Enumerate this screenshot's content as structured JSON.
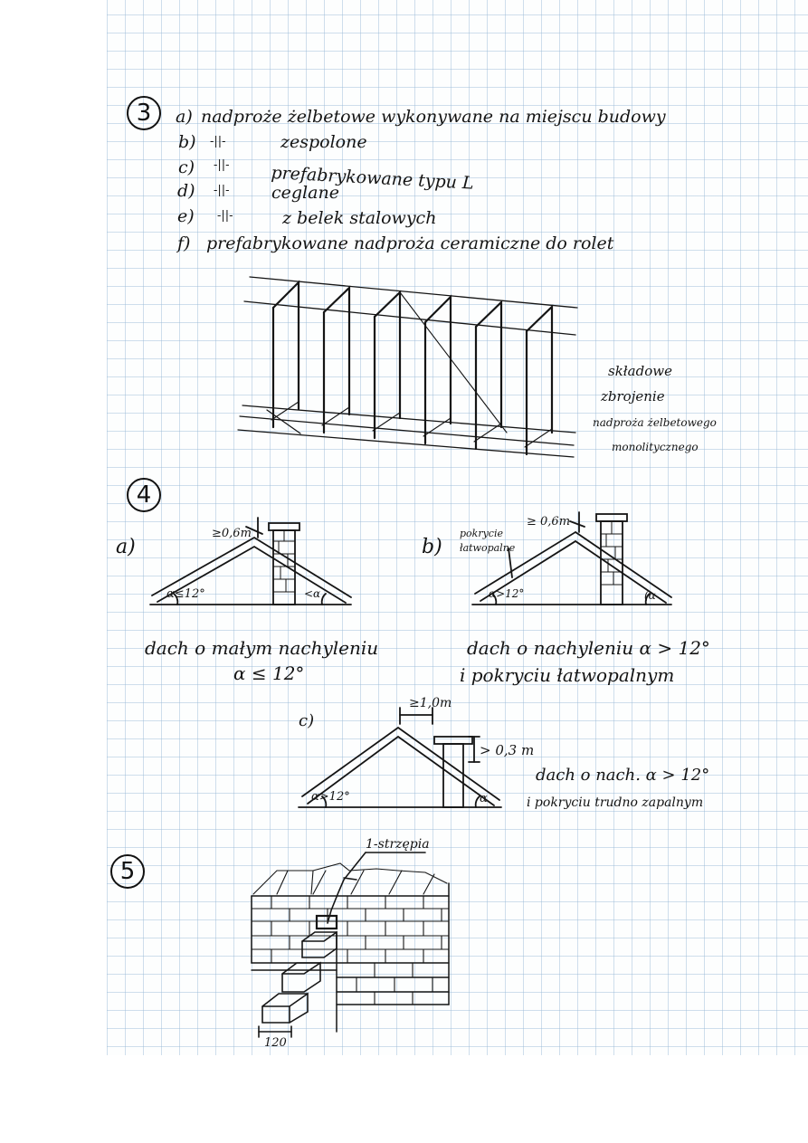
{
  "section3": {
    "number": "3",
    "items": [
      {
        "marker": "a)",
        "text": "nadproże żelbetowe wykonywane na miejscu budowy"
      },
      {
        "marker": "b)",
        "ditto": "-||-",
        "text": "zespolone"
      },
      {
        "marker": "c)",
        "ditto": "-||-",
        "text": "prefabrykowane typu L"
      },
      {
        "marker": "d)",
        "ditto": "-||-",
        "text": "ceglane"
      },
      {
        "marker": "e)",
        "ditto": "-||-",
        "text": "z belek stalowych"
      },
      {
        "marker": "f)",
        "text": "prefabrykowane nadproża ceramiczne do rolet"
      }
    ],
    "figure_caption": [
      "składowe",
      "zbrojenie",
      "nadproża żelbetowego",
      "monolitycznego"
    ]
  },
  "section4": {
    "number": "4",
    "a": {
      "marker": "a)",
      "height_label": "≥0,6m",
      "angle_left": "α≤12°",
      "angle_right": "<α",
      "caption_1": "dach o małym nachyleniu",
      "caption_2": "α ≤ 12°"
    },
    "b": {
      "marker": "b)",
      "height_label": "≥ 0,6m",
      "covering_label_1": "pokrycie",
      "covering_label_2": "łatwopalne",
      "angle_left": "α>12°",
      "angle_right": "(α",
      "caption_1": "dach o nachyleniu α > 12°",
      "caption_2": "i pokryciu łatwopalnym"
    },
    "c": {
      "marker": "c)",
      "distance_label": "≥1,0m",
      "height_label": "> 0,3 m",
      "angle_left": "α>12°",
      "angle_right": "α",
      "caption_1": "dach o nach. α > 12°",
      "caption_2": "i pokryciu trudno zapalnym"
    }
  },
  "section5": {
    "number": "5",
    "label": "1-strzępia",
    "dimension": "120"
  }
}
